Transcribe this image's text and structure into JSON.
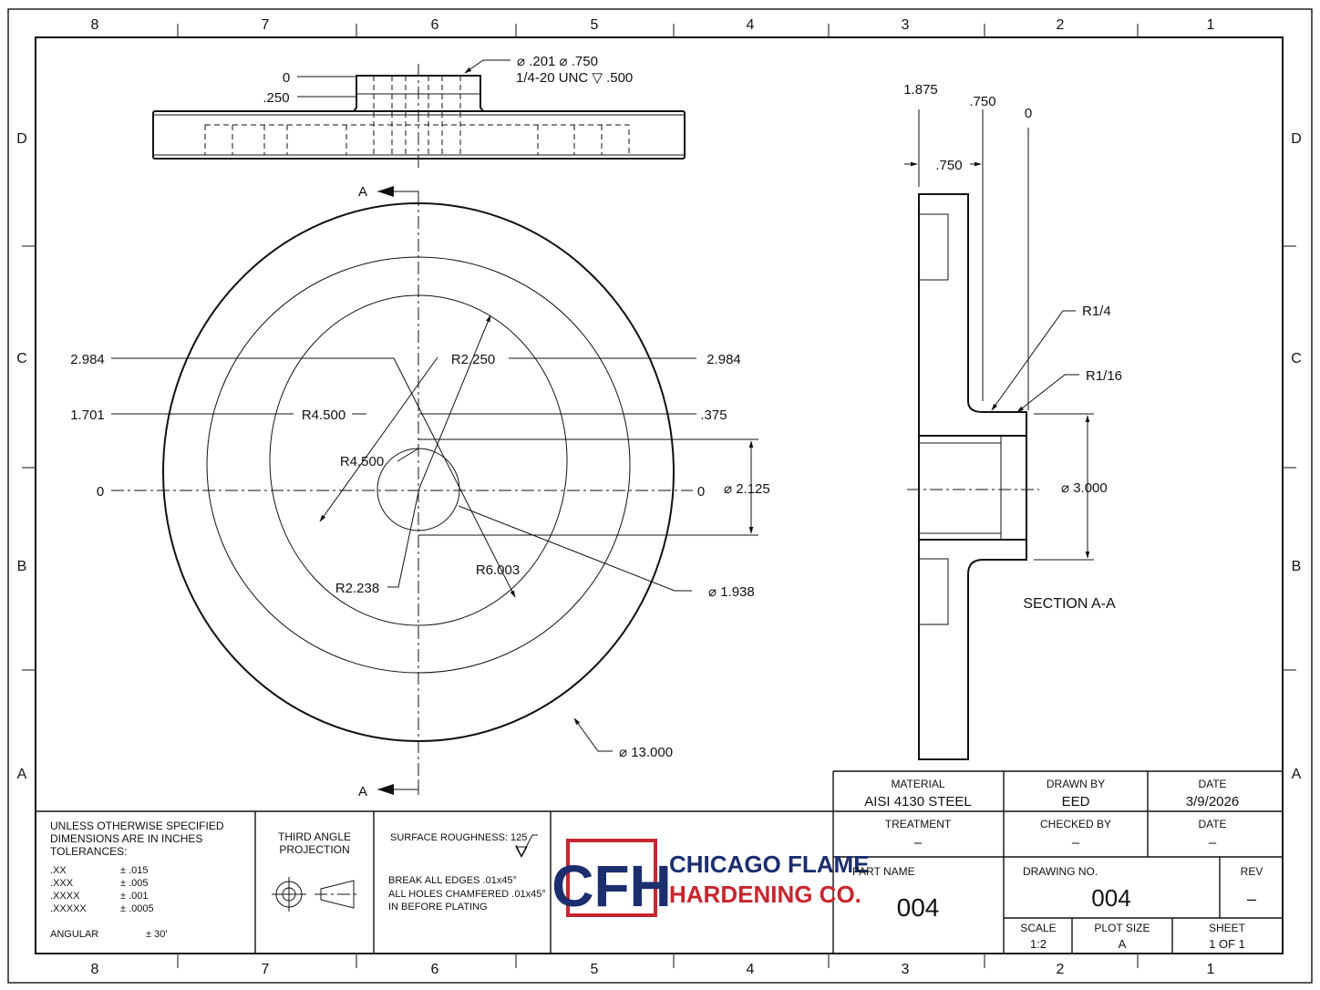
{
  "border": {
    "columns": [
      "8",
      "7",
      "6",
      "5",
      "4",
      "3",
      "2",
      "1"
    ],
    "rows": [
      "D",
      "C",
      "B",
      "A"
    ]
  },
  "top_view": {
    "label_0": "0",
    "label_250": ".250",
    "hole_line1": "⌀ .201  ⌀ .750",
    "hole_line2": "1/4-20 UNC ▽ .500"
  },
  "front_view": {
    "section_mark": "A",
    "dims": {
      "left_2984": "2.984",
      "left_1701": "1.701",
      "left_0": "0",
      "right_2984": "2.984",
      "right_375": ".375",
      "right_0": "0",
      "r4500_a": "R4.500",
      "r2250": "R2.250",
      "r4500_b": "R4.500",
      "r2238": "R2.238",
      "r6003": "R6.003",
      "dia_2125": "⌀ 2.125",
      "dia_1938": "⌀ 1.938",
      "dia_13000": "⌀ 13.000"
    }
  },
  "section_view": {
    "dim_1875": "1.875",
    "dim_750_top": ".750",
    "dim_0": "0",
    "dim_750": ".750",
    "r14": "R1/4",
    "r116": "R1/16",
    "dia_3000": "⌀ 3.000",
    "title": "SECTION A-A"
  },
  "title_block": {
    "notes": {
      "line1": "UNLESS OTHERWISE SPECIFIED",
      "line2": "DIMENSIONS ARE IN INCHES",
      "line3": "TOLERANCES:",
      "tolerances": [
        {
          "k": ".XX",
          "v": "± .015"
        },
        {
          "k": ".XXX",
          "v": "± .005"
        },
        {
          "k": ".XXXX",
          "v": "± .001"
        },
        {
          "k": ".XXXXX",
          "v": "± .0005"
        }
      ],
      "angular_label": "ANGULAR",
      "angular_value": "± 30'"
    },
    "projection": {
      "line1": "THIRD ANGLE",
      "line2": "PROJECTION"
    },
    "surface": {
      "roughness": "SURFACE ROUGHNESS: 125",
      "edges1": "BREAK ALL EDGES .01x45°",
      "edges2": "ALL HOLES CHAMFERED .01x45°",
      "edges3": "IN BEFORE PLATING"
    },
    "logo": {
      "letters": "CFH",
      "line1": "CHICAGO FLAME",
      "line2": "HARDENING CO.",
      "red": "#c8262e",
      "blue": "#1c2e6e"
    },
    "material_label": "MATERIAL",
    "material_value": "AISI 4130 STEEL",
    "drawn_label": "DRAWN BY",
    "drawn_value": "EED",
    "date_label": "DATE",
    "date_value": "3/9/2026",
    "treatment_label": "TREATMENT",
    "treatment_value": "–",
    "checked_label": "CHECKED BY",
    "checked_value": "–",
    "date2_label": "DATE",
    "date2_value": "–",
    "partname_label": "PART NAME",
    "partname_value": "004",
    "drawingno_label": "DRAWING NO.",
    "drawingno_value": "004",
    "rev_label": "REV",
    "rev_value": "–",
    "scale_label": "SCALE",
    "scale_value": "1:2",
    "plot_label": "PLOT SIZE",
    "plot_value": "A",
    "sheet_label": "SHEET",
    "sheet_value": "1 OF 1"
  }
}
